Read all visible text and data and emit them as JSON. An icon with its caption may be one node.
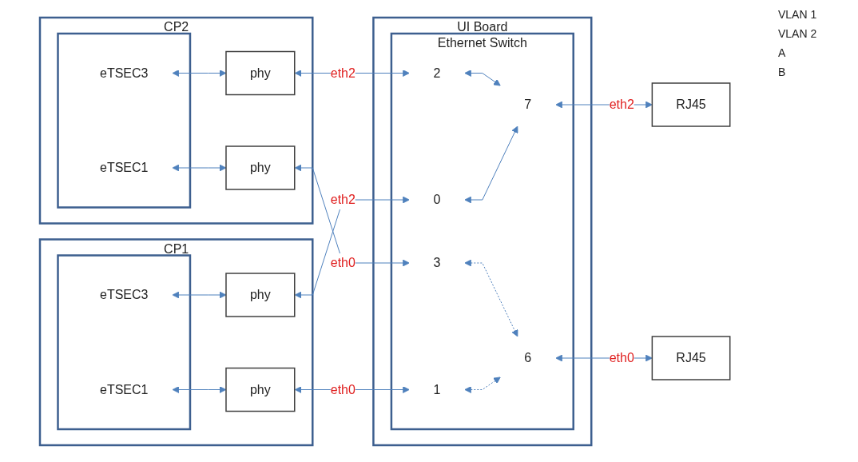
{
  "diagram": {
    "nodes": [
      {
        "text": [
          "CP2"
        ]
      },
      {
        "text": [],
        "shape": "box",
        "in": 0
      },
      {
        "text": [
          "eTSEC3"
        ],
        "in": 1
      },
      {
        "text": [
          "eTSEC1"
        ],
        "in": 1
      },
      {
        "text": [
          "phy"
        ],
        "in": 0
      },
      {
        "text": [
          "phy"
        ],
        "in": 0
      },
      {
        "text": [
          "CP1"
        ]
      },
      {
        "text": [],
        "shape": "box",
        "in": 6
      },
      {
        "text": [
          "eTSEC3"
        ],
        "in": 7
      },
      {
        "text": [
          "eTSEC1"
        ],
        "in": 7
      },
      {
        "text": [
          "phy"
        ],
        "in": 6
      },
      {
        "text": [
          "phy"
        ],
        "in": 6
      },
      {
        "text": [
          "UI Board"
        ]
      },
      {
        "text": [
          "Ethernet Switch"
        ],
        "in": 12
      },
      {
        "text": [
          "2"
        ],
        "in": 13
      },
      {
        "text": [
          "3"
        ],
        "in": 13
      },
      {
        "text": [
          "0"
        ],
        "in": 13
      },
      {
        "text": [
          "1"
        ],
        "in": 13
      },
      {
        "text": [
          "7"
        ],
        "in": 13
      },
      {
        "text": [
          "6"
        ],
        "in": 13
      },
      {
        "text": [
          "RJ45"
        ]
      },
      {
        "text": [
          "RJ45"
        ]
      }
    ],
    "edges": [
      {
        "from": 2,
        "to": 4,
        "arrow": "both"
      },
      {
        "from": 3,
        "to": 5,
        "arrow": "both"
      },
      {
        "from": 4,
        "to": 14,
        "arrow": "both",
        "label": "eth2"
      },
      {
        "from": 5,
        "to": 15,
        "arrow": "both",
        "label": "eth0"
      },
      {
        "from": 8,
        "to": 10,
        "arrow": "both"
      },
      {
        "from": 9,
        "to": 11,
        "arrow": "both"
      },
      {
        "from": 10,
        "to": 16,
        "arrow": "both",
        "label": "eth2"
      },
      {
        "from": 11,
        "to": 17,
        "arrow": "both",
        "label": "eth0"
      },
      {
        "from": 14,
        "to": 18,
        "arrow": "both"
      },
      {
        "from": 15,
        "to": 19,
        "arrow": "both",
        "style": "dashed"
      },
      {
        "from": 16,
        "to": 18,
        "arrow": "both"
      },
      {
        "from": 17,
        "to": 19,
        "arrow": "both",
        "style": "dashed"
      },
      {
        "from": 18,
        "to": 20,
        "arrow": "both",
        "label": "eth2"
      },
      {
        "from": 19,
        "to": 21,
        "arrow": "both",
        "label": "eth0"
      }
    ],
    "labels": [
      "VLAN 1",
      "VLAN 2",
      "A",
      "B"
    ]
  }
}
